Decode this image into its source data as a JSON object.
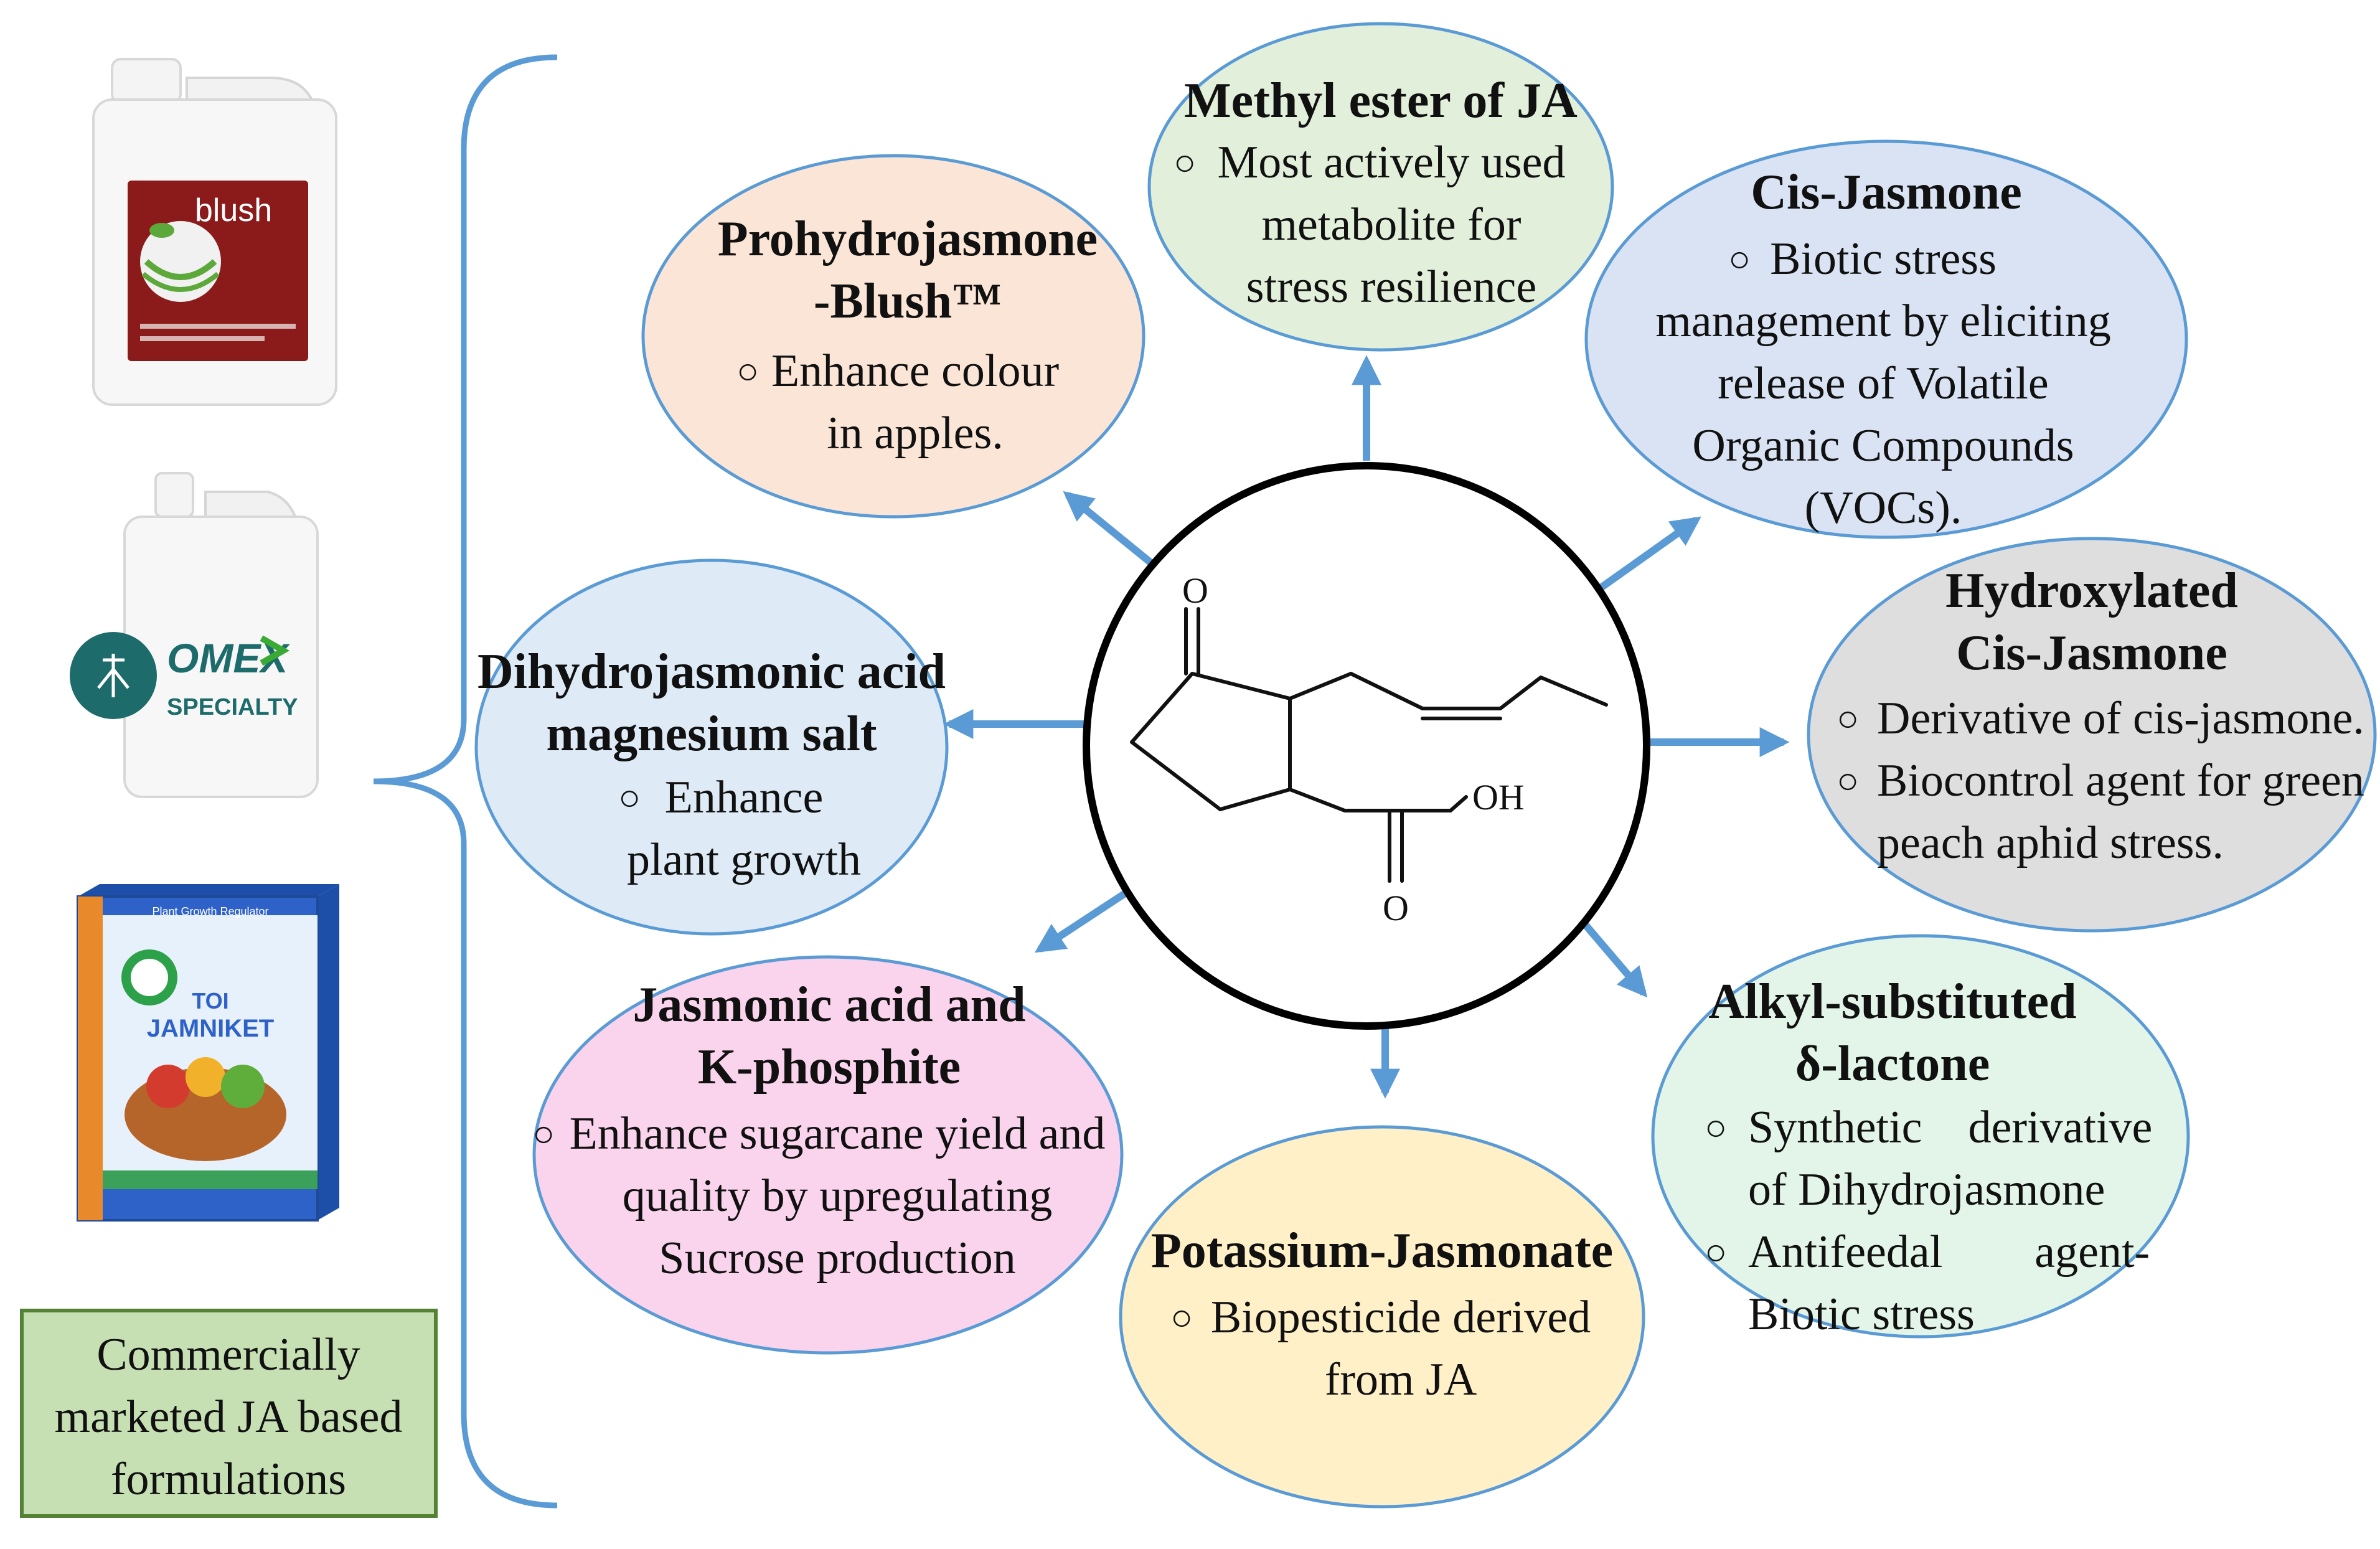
{
  "center": {
    "structure_labels": {
      "ketone": "O",
      "hydroxyl": "OH",
      "carbonyl": "O"
    }
  },
  "nodes": [
    {
      "id": "methyl-ester",
      "title": [
        "Methyl ester of JA"
      ],
      "bullets": [
        [
          "Most actively used",
          "metabolite for",
          "stress resilience"
        ]
      ],
      "color": "#e2efda"
    },
    {
      "id": "prohydrojasmone",
      "title": [
        "Prohydrojasmone",
        "-Blush™"
      ],
      "bullets": [
        [
          "Enhance colour",
          "in apples."
        ]
      ],
      "color": "#fbe5d6"
    },
    {
      "id": "cis-jasmone",
      "title": [
        "Cis-Jasmone"
      ],
      "bullets": [
        [
          "Biotic stress",
          "management by eliciting",
          "release of Volatile",
          "Organic Compounds",
          "(VOCs)."
        ]
      ],
      "color": "#dae3f3"
    },
    {
      "id": "hydroxylated-cis-jasmone",
      "title": [
        "Hydroxylated",
        "Cis-Jasmone"
      ],
      "bullets": [
        [
          "Derivative of cis-jasmone."
        ],
        [
          "Biocontrol agent for green",
          "peach aphid stress."
        ]
      ],
      "color": "#dedede"
    },
    {
      "id": "dihydrojasmonic-acid",
      "title": [
        "Dihydrojasmonic acid",
        "magnesium salt"
      ],
      "bullets": [
        [
          "Enhance",
          "plant growth"
        ]
      ],
      "color": "#deebf7"
    },
    {
      "id": "jasmonic-k-phosphite",
      "title": [
        "Jasmonic acid and",
        "K-phosphite"
      ],
      "bullets": [
        [
          "Enhance sugarcane yield and",
          "quality by upregulating",
          "Sucrose production"
        ]
      ],
      "color": "#fad4ec"
    },
    {
      "id": "potassium-jasmonate",
      "title": [
        "Potassium-Jasmonate"
      ],
      "bullets": [
        [
          "Biopesticide derived",
          "from JA"
        ]
      ],
      "color": "#fff0c8"
    },
    {
      "id": "alkyl-lactone",
      "title": [
        "Alkyl-substituted",
        "δ-lactone"
      ],
      "bullets": [
        [
          "Synthetic    derivative",
          "of Dihydrojasmone"
        ],
        [
          "Antifeedal        agent-",
          "Biotic stress"
        ]
      ],
      "color": "#e2f5e8"
    }
  ],
  "products": [
    {
      "id": "blush",
      "brand": "blush",
      "type": "jug"
    },
    {
      "id": "omex",
      "brand": "OMEX",
      "sub": "SPECIALTY",
      "type": "jug"
    },
    {
      "id": "jamniket",
      "brand": "TOI",
      "sub": "JAMNIKET",
      "top": "Plant Growth Regulator",
      "type": "box"
    }
  ],
  "commercial_label": [
    "Commercially",
    "marketed JA based",
    "formulations"
  ],
  "colors": {
    "arrow": "#5b9bd5",
    "bracket": "#5b9bd5",
    "label_box_fill": "#c6e0b4",
    "label_box_border": "#548235",
    "blush_red": "#8b1a1a",
    "omex_teal": "#1d6b6b",
    "omex_green": "#3aaa35",
    "box_blue": "#2f62c8"
  }
}
